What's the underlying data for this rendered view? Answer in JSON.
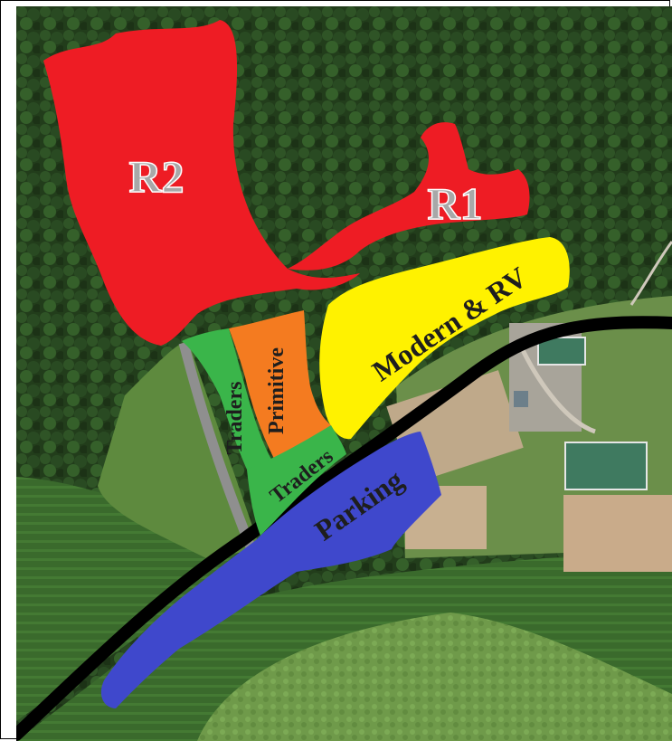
{
  "map": {
    "zones": [
      {
        "id": "r2",
        "label": "R2",
        "color": "#ee1c24",
        "label_color": "#a8a8a8"
      },
      {
        "id": "r1",
        "label": "R1",
        "color": "#ee1c24",
        "label_color": "#a8a8a8"
      },
      {
        "id": "modern_rv",
        "label": "Modern & RV",
        "color": "#fff200",
        "label_color": "#1e1e1e"
      },
      {
        "id": "primitive",
        "label": "Primitive",
        "color": "#f47b20",
        "label_color": "#1e1e1e"
      },
      {
        "id": "traders_1",
        "label": "Traders",
        "color": "#3ab54a",
        "label_color": "#1e1e1e"
      },
      {
        "id": "traders_2",
        "label": "Traders",
        "color": "#3ab54a",
        "label_color": "#1e1e1e"
      },
      {
        "id": "parking",
        "label": "Parking",
        "color": "#3f48cc",
        "label_color": "#1e1e1e"
      }
    ],
    "road_color": "#000000",
    "forest_color": "#24401c",
    "field_color": "#3a6a2e",
    "building_roof_color": "#3f7a60"
  }
}
